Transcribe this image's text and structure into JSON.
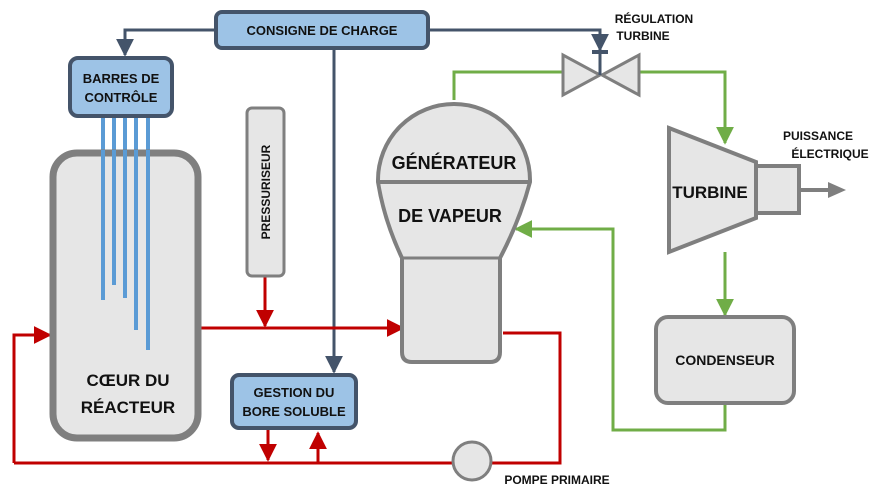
{
  "labels": {
    "consigne": "CONSIGNE DE CHARGE",
    "barres_line1": "BARRES DE",
    "barres_line2": "CONTRÔLE",
    "regulation_line1": "RÉGULATION",
    "regulation_line2": "TURBINE",
    "pressuriseur": "PRESSURISEUR",
    "generateur_line1": "GÉNÉRATEUR",
    "generateur_line2": "DE VAPEUR",
    "turbine": "TURBINE",
    "puissance_line1": "PUISSANCE",
    "puissance_line2": "ÉLECTRIQUE",
    "condenseur": "CONDENSEUR",
    "coeur_line1": "CŒUR DU",
    "coeur_line2": "RÉACTEUR",
    "gestion_line1": "GESTION DU",
    "gestion_line2": "BORE SOLUBLE",
    "pompe": "POMPE PRIMAIRE"
  },
  "colors": {
    "primary_loop": "#c00000",
    "secondary_loop": "#70ad47",
    "control_line": "#44546a",
    "blue_box_fill": "#9dc3e6",
    "blue_box_stroke": "#44546a",
    "component_fill": "#e6e6e6",
    "component_stroke": "#7f7f7f",
    "control_rods": "#5b9bd5"
  }
}
